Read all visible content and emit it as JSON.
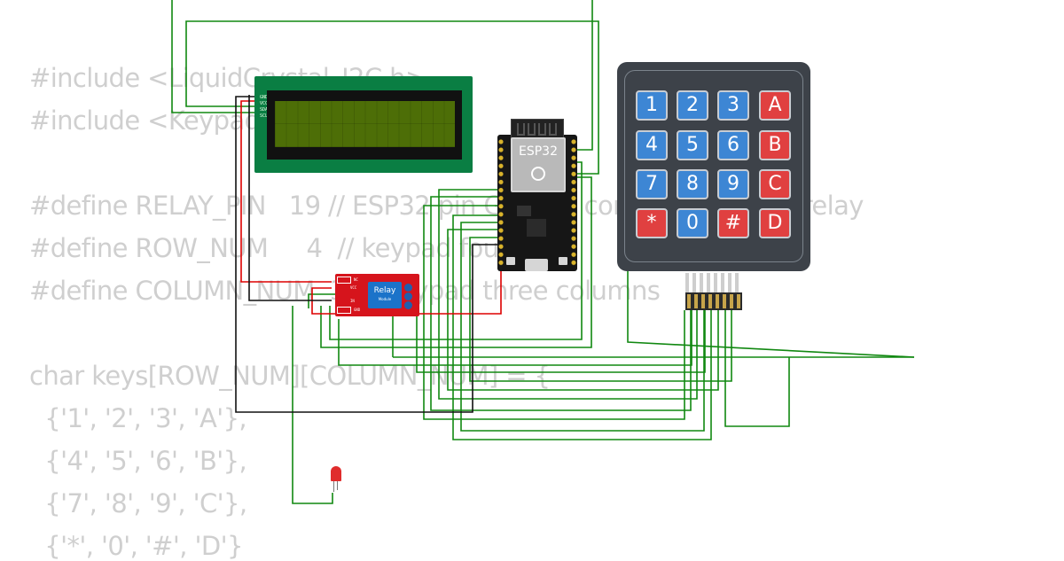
{
  "code": [
    "#include <LiquidCrystal_I2C.h>",
    "#include <Keypad.h>",
    "",
    "#define RELAY_PIN   19 // ESP32 pin GPIO19 connected to the relay",
    "#define ROW_NUM     4  // keypad four rows",
    "#define COLUMN_NUM  3  // keypad three columns",
    "",
    "char keys[ROW_NUM][COLUMN_NUM] = {",
    "  {'1', '2', '3', 'A'},",
    "  {'4', '5', '6', 'B'},",
    "  {'7', '8', '9', 'C'},",
    "  {'*', '0', '#', 'D'}"
  ],
  "lcd": {
    "pin_labels": [
      "GND",
      "VCC",
      "SDA",
      "SCL"
    ]
  },
  "esp32": {
    "label": "ESP32"
  },
  "relay": {
    "title": "Relay",
    "subtitle": "Module",
    "pin_labels": [
      "NC",
      "VCC",
      "IN",
      "GND"
    ]
  },
  "keypad": {
    "rows": [
      [
        {
          "label": "1",
          "kind": "blue"
        },
        {
          "label": "2",
          "kind": "blue"
        },
        {
          "label": "3",
          "kind": "blue"
        },
        {
          "label": "A",
          "kind": "red"
        }
      ],
      [
        {
          "label": "4",
          "kind": "blue"
        },
        {
          "label": "5",
          "kind": "blue"
        },
        {
          "label": "6",
          "kind": "blue"
        },
        {
          "label": "B",
          "kind": "red"
        }
      ],
      [
        {
          "label": "7",
          "kind": "blue"
        },
        {
          "label": "8",
          "kind": "blue"
        },
        {
          "label": "9",
          "kind": "blue"
        },
        {
          "label": "C",
          "kind": "red"
        }
      ],
      [
        {
          "label": "*",
          "kind": "red"
        },
        {
          "label": "0",
          "kind": "blue"
        },
        {
          "label": "#",
          "kind": "red"
        },
        {
          "label": "D",
          "kind": "red"
        }
      ]
    ]
  },
  "colors": {
    "wire_signal": "#118811",
    "wire_power": "#dd0000",
    "wire_ground": "#111111",
    "key_blue": "#3d86d4",
    "key_red": "#e04040"
  }
}
